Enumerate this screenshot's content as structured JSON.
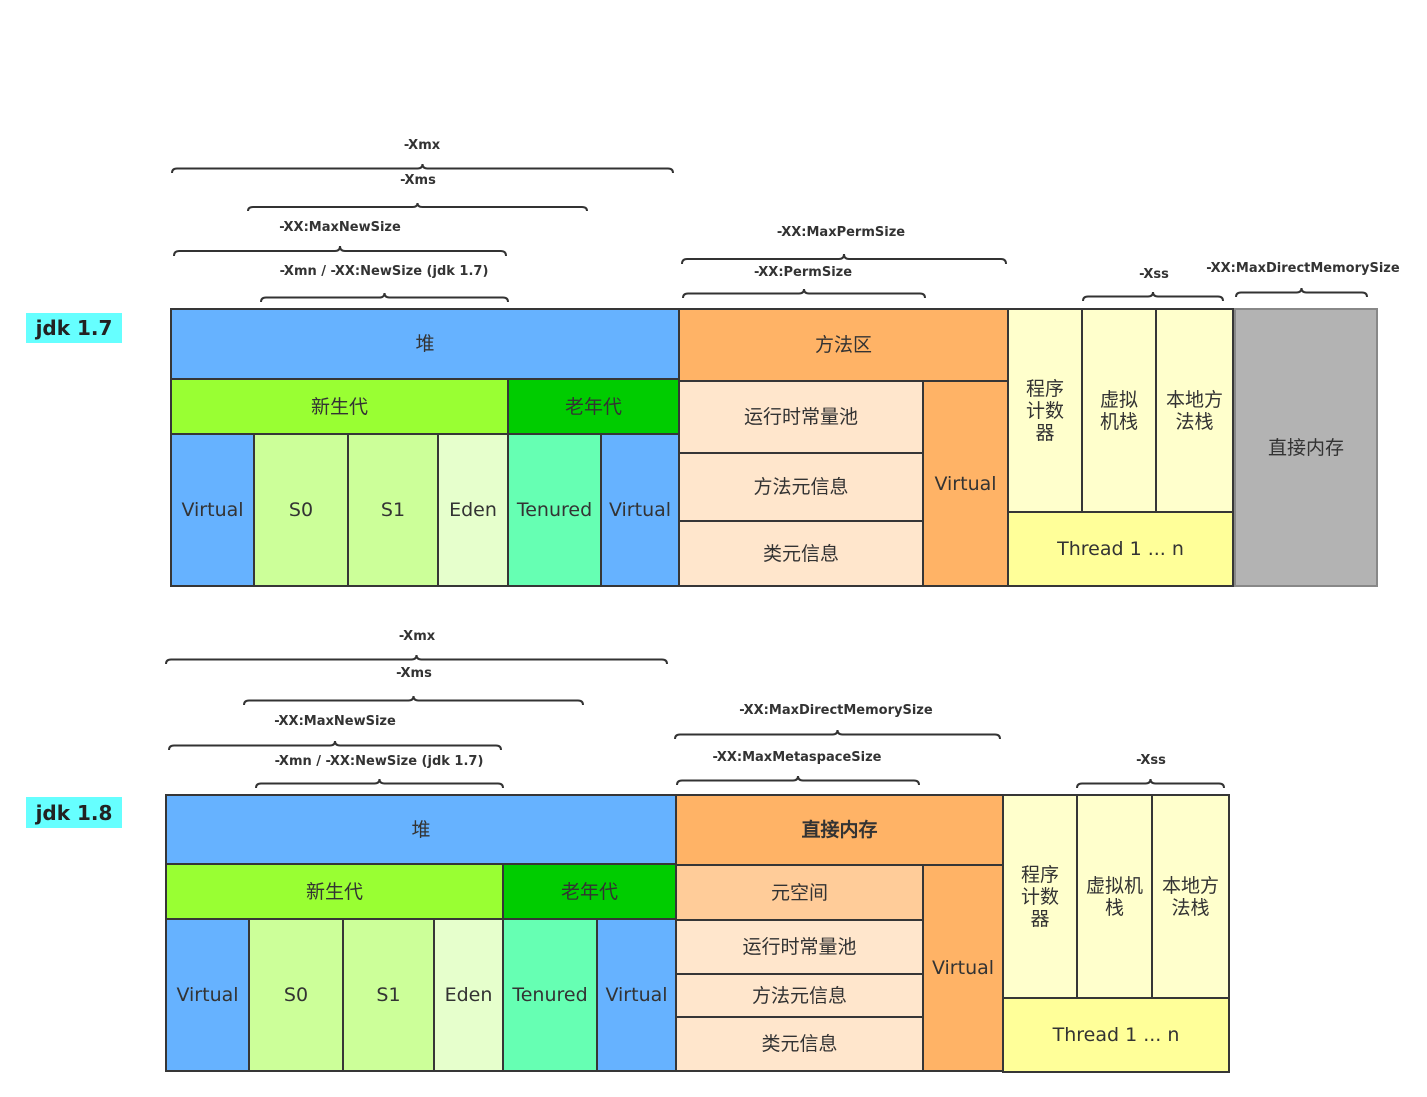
{
  "jdk17": {
    "tag": "jdk 1.7",
    "labels": {
      "xmx": "-Xmx",
      "xms": "-Xms",
      "max_new_size": "-XX:MaxNewSize",
      "xmn": "-Xmn / -XX:NewSize (jdk 1.7)",
      "max_perm_size": "-XX:MaxPermSize",
      "perm_size": "-XX:PermSize",
      "xss": "-Xss",
      "max_direct_memory_size": "-XX:MaxDirectMemorySize"
    },
    "heap": {
      "title": "堆",
      "young": "新生代",
      "old": "老年代",
      "virtual_left": "Virtual",
      "s0": "S0",
      "s1": "S1",
      "eden": "Eden",
      "tenured": "Tenured",
      "virtual_right": "Virtual"
    },
    "method_area": {
      "title": "方法区",
      "runtime_constant_pool": "运行时常量池",
      "method_meta": "方法元信息",
      "class_meta": "类元信息",
      "virtual": "Virtual"
    },
    "thread": {
      "pc": "程序计数器",
      "vm_stack": "虚拟机栈",
      "native_stack": "本地方法栈",
      "threads": "Thread 1 ... n"
    },
    "direct_memory": "直接内存"
  },
  "jdk18": {
    "tag": "jdk 1.8",
    "labels": {
      "xmx": "-Xmx",
      "xms": "-Xms",
      "max_new_size": "-XX:MaxNewSize",
      "xmn": "-Xmn / -XX:NewSize (jdk 1.7)",
      "max_direct_memory_size": "-XX:MaxDirectMemorySize",
      "max_metaspace_size": "-XX:MaxMetaspaceSize",
      "xss": "-Xss"
    },
    "heap": {
      "title": "堆",
      "young": "新生代",
      "old": "老年代",
      "virtual_left": "Virtual",
      "s0": "S0",
      "s1": "S1",
      "eden": "Eden",
      "tenured": "Tenured",
      "virtual_right": "Virtual"
    },
    "direct_memory": {
      "title": "直接内存",
      "metaspace": "元空间",
      "runtime_constant_pool": "运行时常量池",
      "method_meta": "方法元信息",
      "class_meta": "类元信息",
      "virtual": "Virtual"
    },
    "thread": {
      "pc": "程序计数器",
      "vm_stack": "虚拟机栈",
      "native_stack": "本地方法栈",
      "threads": "Thread 1 ... n"
    }
  },
  "colors": {
    "heap_blue": "#66b2ff",
    "young_green": "#99ff33",
    "old_green": "#00cc00",
    "survivor_green": "#ccff99",
    "eden_green": "#e6ffcc",
    "tenured_mint": "#66ffb3",
    "method_orange": "#ffb366",
    "meta_peach": "#ffe6cc",
    "metaspace_peach": "#ffcc99",
    "thread_yellow": "#ffffcc",
    "threads_yellow": "#ffff99",
    "direct_gray": "#b3b3b3",
    "tag_cyan": "#66ffff"
  }
}
